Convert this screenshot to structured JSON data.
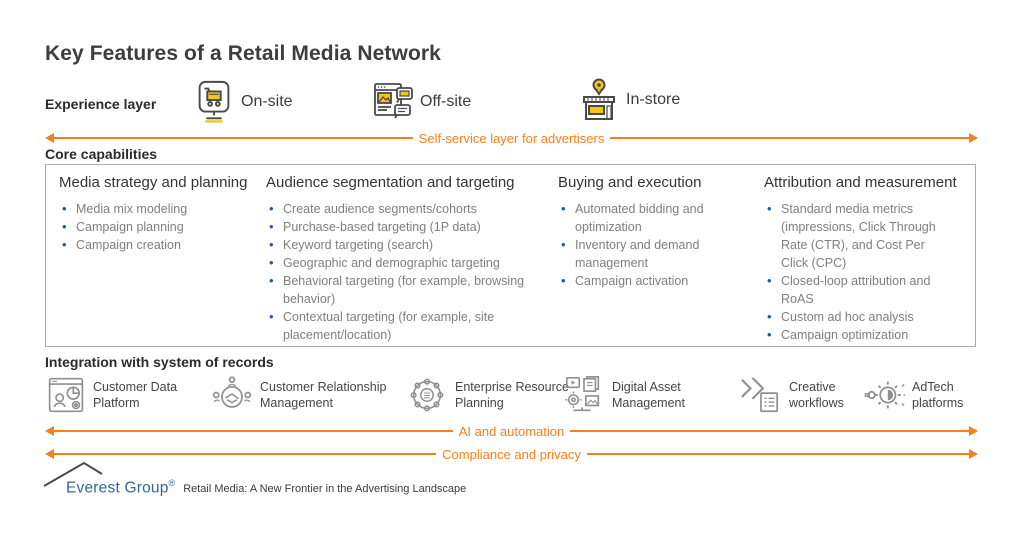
{
  "title": "Key Features of a Retail Media Network",
  "experience": {
    "label": "Experience layer",
    "items": [
      {
        "label": "On-site",
        "icon": "onsite-monitor-cart-icon"
      },
      {
        "label": "Off-site",
        "icon": "offsite-browser-ads-icon"
      },
      {
        "label": "In-store",
        "icon": "instore-storefront-pin-icon"
      }
    ]
  },
  "arrows": {
    "self_service": "Self-service layer for advertisers",
    "ai_automation": "AI and automation",
    "compliance": "Compliance and privacy"
  },
  "core": {
    "label": "Core capabilities",
    "columns": [
      {
        "title": "Media strategy and planning",
        "items": [
          "Media mix modeling",
          "Campaign planning",
          "Campaign creation"
        ]
      },
      {
        "title": "Audience segmentation and targeting",
        "items": [
          "Create audience segments/cohorts",
          "Purchase-based targeting (1P data)",
          "Keyword targeting (search)",
          "Geographic and demographic targeting",
          "Behavioral targeting (for example, browsing behavior)",
          "Contextual targeting (for example, site placement/location)"
        ]
      },
      {
        "title": "Buying and execution",
        "items": [
          "Automated bidding and optimization",
          "Inventory and demand management",
          "Campaign activation"
        ]
      },
      {
        "title": "Attribution and measurement",
        "items": [
          "Standard media metrics (impressions, Click Through Rate (CTR), and Cost Per Click (CPC)",
          "Closed-loop attribution and RoAS",
          "Custom ad hoc analysis",
          "Campaign optimization"
        ]
      }
    ]
  },
  "integration": {
    "label": "Integration with system of records",
    "items": [
      {
        "label": "Customer Data Platform",
        "icon": "customer-data-platform-icon"
      },
      {
        "label": "Customer Relationship Management",
        "icon": "crm-handshake-icon"
      },
      {
        "label": "Enterprise Resource Planning",
        "icon": "erp-gear-network-icon"
      },
      {
        "label": "Digital Asset Management",
        "icon": "digital-asset-management-icon"
      },
      {
        "label": "Creative workflows",
        "icon": "creative-workflows-chevrons-icon"
      },
      {
        "label": "AdTech platforms",
        "icon": "adtech-gear-wrench-icon"
      }
    ]
  },
  "footer": {
    "logo": "Everest Group",
    "registered": "®",
    "source": "Retail Media: A New Frontier in the Advertising Landscape"
  },
  "colors": {
    "accent_orange": "#F5801E",
    "bullet_blue": "#1F5C99",
    "icon_gold": "#F5C51A",
    "logo_blue": "#31689B"
  }
}
